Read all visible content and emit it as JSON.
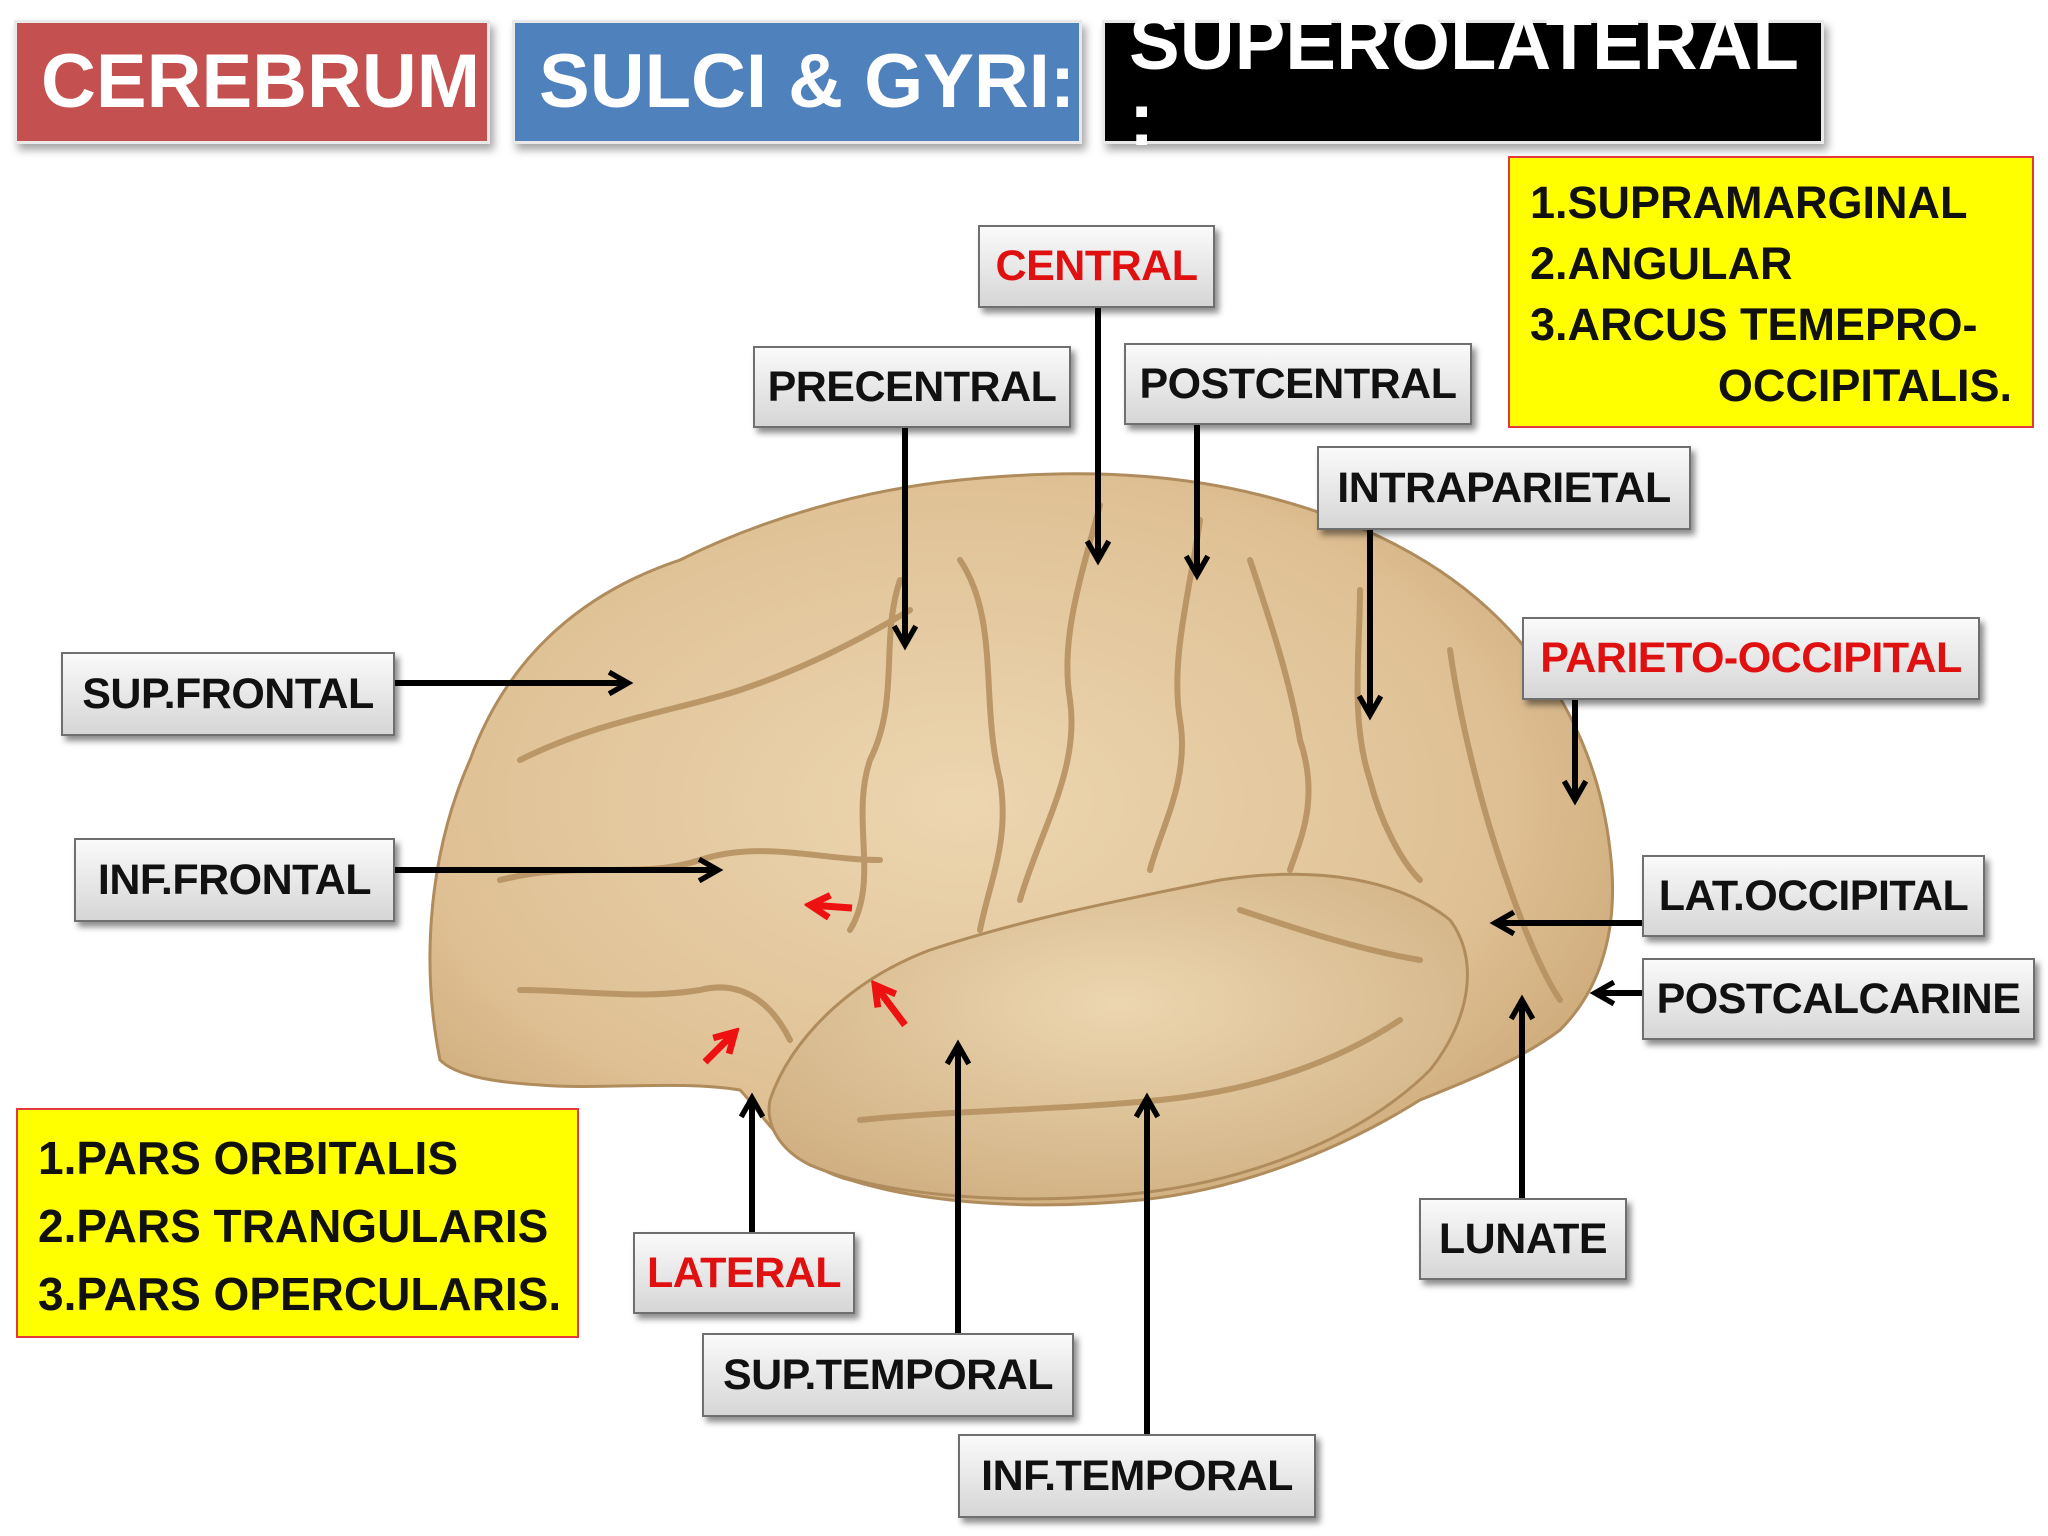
{
  "titles": {
    "cerebrum": "CEREBRUM",
    "sulci_gyri": "SULCI & GYRI:",
    "superolateral": "SUPEROLATERAL :"
  },
  "colors": {
    "cerebrum_bg": "#c55050",
    "sulci_bg": "#4f81bd",
    "superolateral_bg": "#000000",
    "box_bg": "#ffff00",
    "highlight_text": "#e01010",
    "brain": "#e2c79c"
  },
  "labels": {
    "central": "CENTRAL",
    "precentral": "PRECENTRAL",
    "postcentral": "POSTCENTRAL",
    "intraparietal": "INTRAPARIETAL",
    "parieto_occipital": "PARIETO-OCCIPITAL",
    "sup_frontal": "SUP.FRONTAL",
    "inf_frontal": "INF.FRONTAL",
    "lat_occipital": "LAT.OCCIPITAL",
    "postcalcarine": "POSTCALCARINE",
    "lunate": "LUNATE",
    "lateral": "LATERAL",
    "sup_temporal": "SUP.TEMPORAL",
    "inf_temporal": "INF.TEMPORAL"
  },
  "parietal_box": {
    "line1": "1.SUPRAMARGINAL",
    "line2": "2.ANGULAR",
    "line3": "3.ARCUS TEMEPRO-",
    "line4": "OCCIPITALIS."
  },
  "frontal_box": {
    "line1": "1.PARS ORBITALIS",
    "line2": "2.PARS TRANGULARIS",
    "line3": "3.PARS OPERCULARIS."
  }
}
